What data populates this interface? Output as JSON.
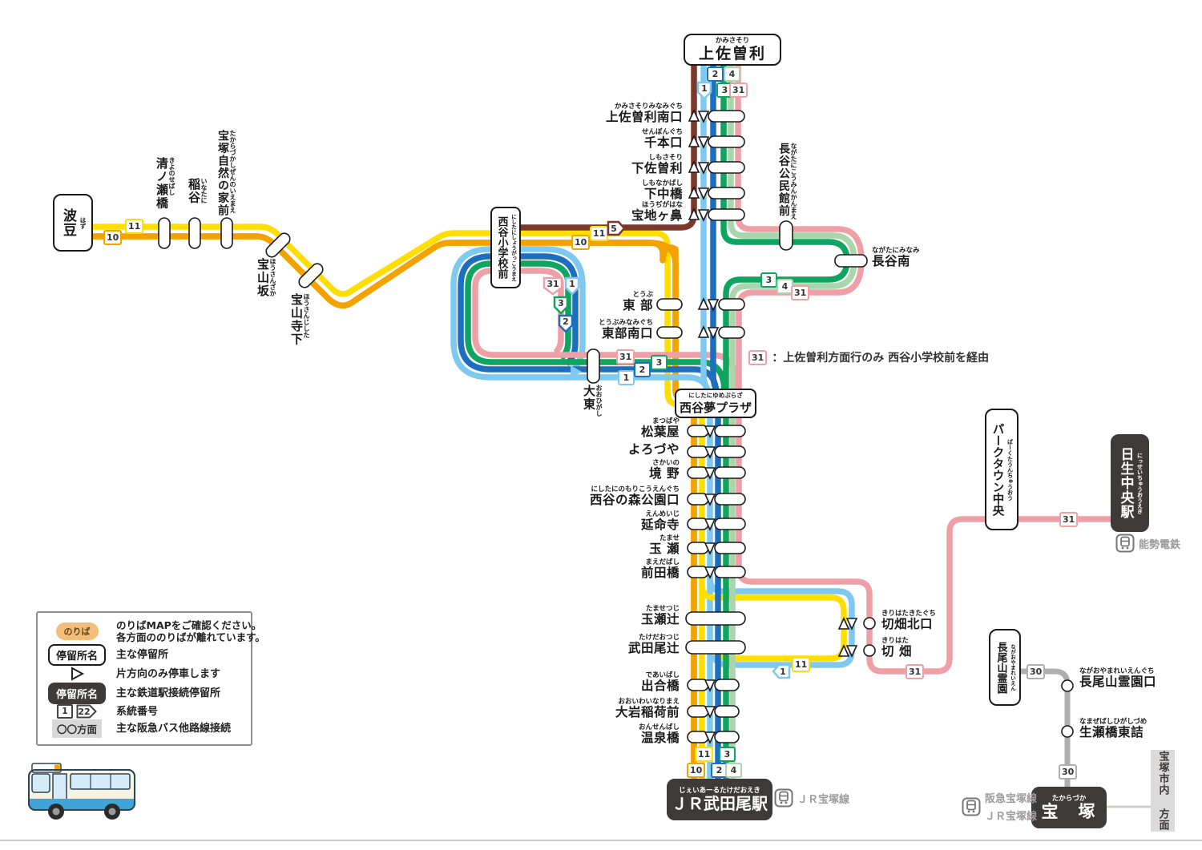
{
  "nums": {
    "n1": "1",
    "n2": "2",
    "n3": "3",
    "n4": "4",
    "n5": "5",
    "n10": "10",
    "n11": "11",
    "n22": "22",
    "n30": "30",
    "n31": "31"
  },
  "colors": {
    "route1": "#7FC8EF",
    "route2": "#1E6EBE",
    "route3": "#0FA45F",
    "route4": "#A9D6AB",
    "route5": "#7A392C",
    "route10": "#F3A200",
    "route11": "#FFDE00",
    "route30": "#AFAFAF",
    "route31": "#EFA0A6",
    "darkbox": "#3E3A39"
  },
  "terminals": {
    "kamisasori": {
      "furigana": "かみさそり",
      "name": "上佐曽利"
    },
    "hazu": {
      "furigana": "はず",
      "name": "波豆"
    },
    "nishitani_school": {
      "furigana": "にしたにしょうがっこうまえ",
      "name": "西谷小学校前"
    },
    "yume_plaza": {
      "furigana": "にしたにゆめぷらざ",
      "name": "西谷夢プラザ"
    },
    "parktown_chuo": {
      "furigana": "ぱーくたうんちゅうおう",
      "name": "パークタウン中央"
    },
    "nissei_chuo": {
      "furigana": "にっせいちゅうおうえき",
      "name": "日生中央駅"
    },
    "nagaoyama_reien": {
      "furigana": "ながおやまれいえん",
      "name": "長尾山霊園"
    },
    "takarazuka": {
      "furigana": "たからづか",
      "name": "宝　塚"
    },
    "jr_takedao": {
      "furigana": "じぇいあーるたけだおえき",
      "name": "ＪＲ武田尾駅"
    },
    "shinai_homen": {
      "name": "宝塚市内 方面"
    }
  },
  "stations": {
    "top": [
      {
        "furigana": "かみさそりみなみぐち",
        "name": "上佐曽利南口"
      },
      {
        "furigana": "せんぼんぐち",
        "name": "千本口"
      },
      {
        "furigana": "しもさそり",
        "name": "下佐曽利"
      },
      {
        "furigana": "しもなかばし",
        "name": "下中橋"
      },
      {
        "furigana": "ほうぢがはな",
        "name": "宝地ヶ鼻"
      }
    ],
    "left": [
      {
        "furigana": "きよのせばし",
        "name": "清ノ瀬橋"
      },
      {
        "furigana": "いなたに",
        "name": "稲谷"
      },
      {
        "furigana": "たからづかしぜんのいえまえ",
        "name": "宝塚自然の家前"
      },
      {
        "furigana": "ほうさんざか",
        "name": "宝山坂"
      },
      {
        "furigana": "ほうさんじした",
        "name": "宝山寺下"
      }
    ],
    "hase": [
      {
        "furigana": "ながたにこうみんかんまえ",
        "name": "長谷公民館前"
      },
      {
        "furigana": "ながたにみなみ",
        "name": "長谷南"
      }
    ],
    "mid": [
      {
        "furigana": "とうぶ",
        "name": "東 部"
      },
      {
        "furigana": "とうぶみなみぐち",
        "name": "東部南口"
      },
      {
        "furigana": "おおひがし",
        "name": "大東"
      }
    ],
    "south": [
      {
        "furigana": "まつばや",
        "name": "松葉屋"
      },
      {
        "furigana": "",
        "name": "よろづや"
      },
      {
        "furigana": "さかいの",
        "name": "境 野"
      },
      {
        "furigana": "にしたにのもりこうえんぐち",
        "name": "西谷の森公園口"
      },
      {
        "furigana": "えんめいじ",
        "name": "延命寺"
      },
      {
        "furigana": "たませ",
        "name": "玉 瀬"
      },
      {
        "furigana": "まえだばし",
        "name": "前田橋"
      },
      {
        "furigana": "たませつじ",
        "name": "玉瀬辻"
      },
      {
        "furigana": "たけだおつじ",
        "name": "武田尾辻"
      },
      {
        "furigana": "であいばし",
        "name": "出合橋"
      },
      {
        "furigana": "おおいわいなりまえ",
        "name": "大岩稲荷前"
      },
      {
        "furigana": "おんせんばし",
        "name": "温泉橋"
      }
    ],
    "kirihata": [
      {
        "furigana": "きりはたきたぐち",
        "name": "切畑北口"
      },
      {
        "furigana": "きりはた",
        "name": "切 畑"
      }
    ],
    "nagao": [
      {
        "furigana": "ながおやまれいえんぐち",
        "name": "長尾山霊園口"
      },
      {
        "furigana": "なまぜばしひがしづめ",
        "name": "生瀬橋東詰"
      }
    ]
  },
  "note": {
    "badge": "31",
    "text": "：上佐曽利方面行のみ 西谷小学校前を経由"
  },
  "rail": {
    "jr_line": "ＪＲ宝塚線",
    "nose": "能勢電鉄",
    "hankyu": "阪急宝塚線",
    "jr_line2": "ＪＲ宝塚線"
  },
  "legend": {
    "noriba_badge": "のりば",
    "noriba_line1": "のりばMAPをご確認ください。",
    "noriba_line2": "各方面ののりばが離れています。",
    "stop_box": "停留所名",
    "stop_desc": "主な停留所",
    "oneway_desc": "片方向のみ停車します",
    "station_box": "停留所名",
    "station_desc": "主な鉄道駅接続停留所",
    "num1": "1",
    "num22": "22",
    "routenum_desc": "系統番号",
    "homen_box": "〇〇方面",
    "homen_desc": "主な阪急バス他路線接続"
  }
}
